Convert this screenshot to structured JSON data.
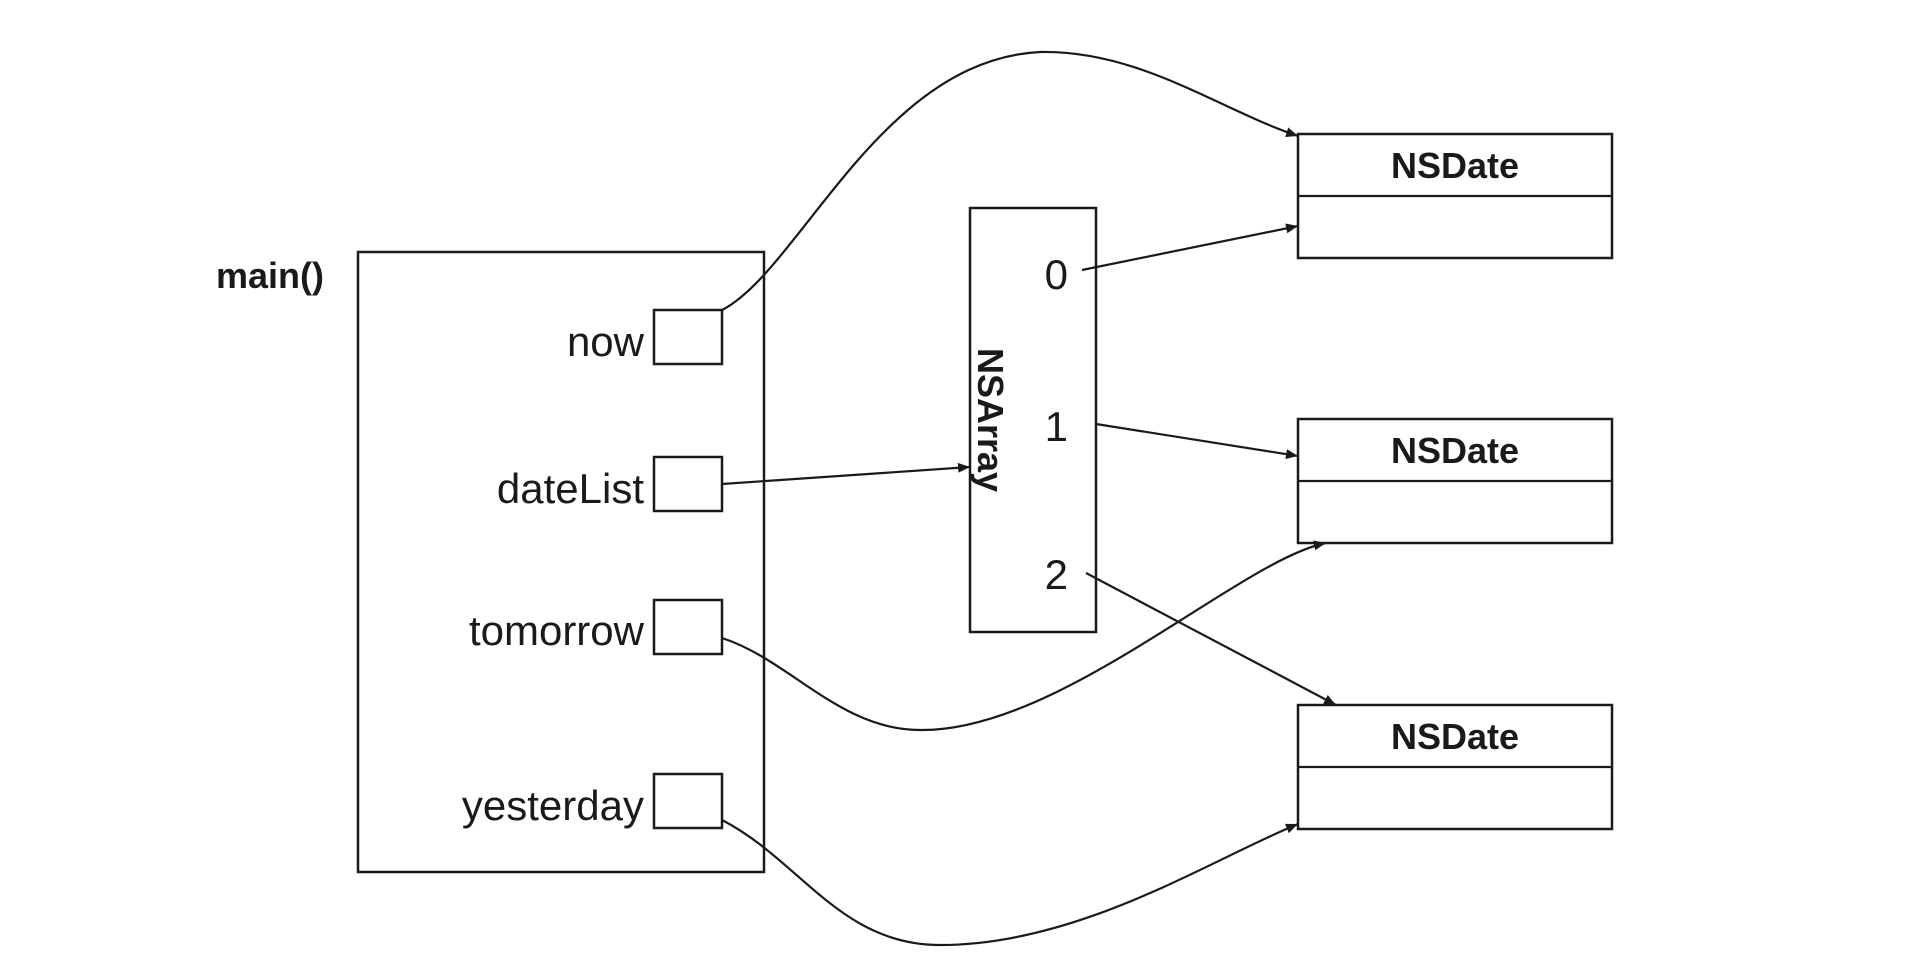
{
  "function": {
    "name": "main()",
    "variables": [
      "now",
      "dateList",
      "tomorrow",
      "yesterday"
    ]
  },
  "array": {
    "class_name": "NSArray",
    "indices": [
      "0",
      "1",
      "2"
    ]
  },
  "objects": [
    {
      "class_name": "NSDate"
    },
    {
      "class_name": "NSDate"
    },
    {
      "class_name": "NSDate"
    }
  ]
}
